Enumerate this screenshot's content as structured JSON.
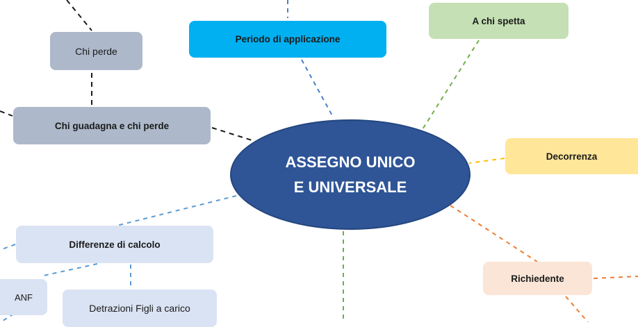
{
  "center": {
    "line1": "ASSEGNO UNICO",
    "line2": "E UNIVERSALE",
    "color": "#2f5597"
  },
  "nodes": {
    "periodo": "Periodo di applicazione",
    "a_chi_spetta": "A chi spetta",
    "decorrenza": "Decorrenza",
    "richiedente": "Richiedente",
    "chi_perde": "Chi perde",
    "chi_guadagna": "Chi guadagna e chi perde",
    "differenze": "Differenze di calcolo",
    "anf": "ANF",
    "detrazioni": "Detrazioni Figli a carico"
  },
  "colors": {
    "blue": "#00b0f0",
    "green": "#c5e0b4",
    "yellow": "#ffe699",
    "orange": "#fbe5d6",
    "gray": "#adb9ca",
    "light_blue": "#dae3f3"
  }
}
